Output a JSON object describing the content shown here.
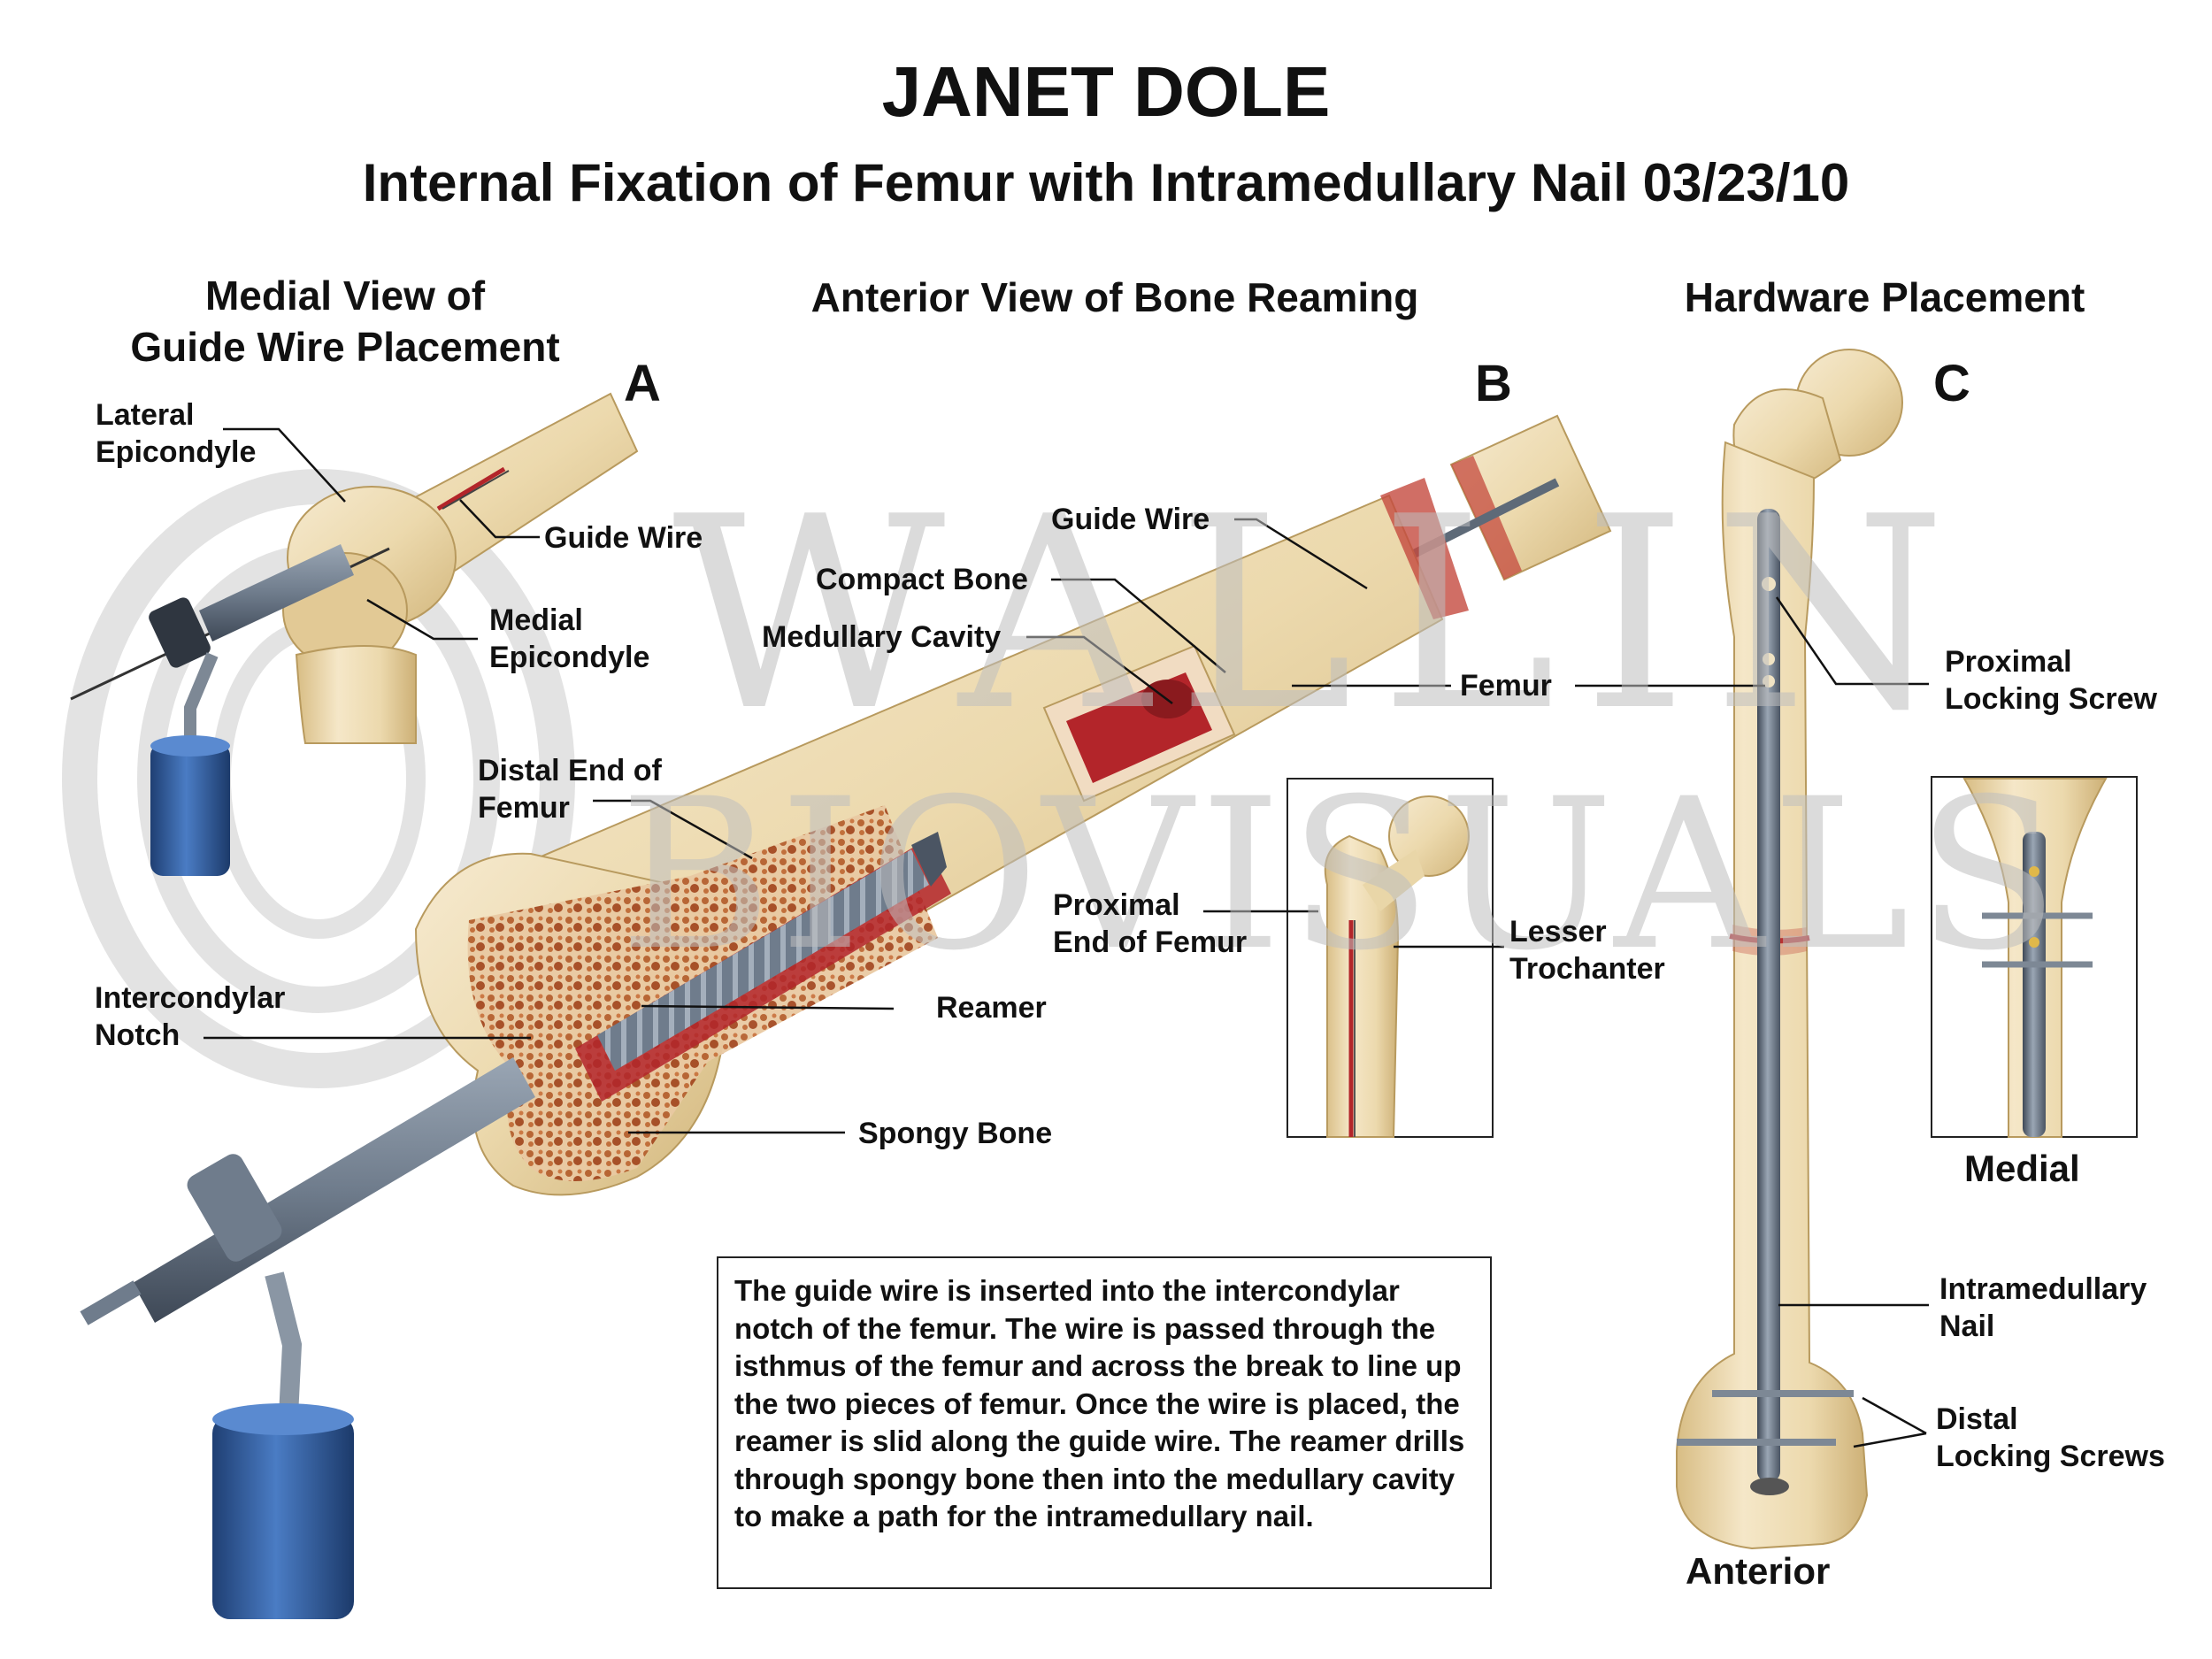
{
  "header": {
    "patient_name": "JANET DOLE",
    "procedure_title": "Internal Fixation of Femur with Intramedullary Nail 03/23/10"
  },
  "watermark": {
    "line1": "WALLIN",
    "line2": "BIOVISUALS"
  },
  "panel_a": {
    "title_line1": "Medial View of",
    "title_line2": "Guide Wire Placement",
    "letter": "A",
    "labels": {
      "lateral_epicondyle_1": "Lateral",
      "lateral_epicondyle_2": "Epicondyle",
      "guide_wire": "Guide Wire",
      "medial_epicondyle_1": "Medial",
      "medial_epicondyle_2": "Epicondyle",
      "distal_end_1": "Distal End of",
      "distal_end_2": "Femur",
      "intercondylar_1": "Intercondylar",
      "intercondylar_2": "Notch",
      "reamer": "Reamer",
      "spongy_bone": "Spongy Bone"
    }
  },
  "panel_b": {
    "title": "Anterior View of Bone Reaming",
    "letter": "B",
    "labels": {
      "guide_wire": "Guide Wire",
      "compact_bone": "Compact Bone",
      "medullary_cavity": "Medullary Cavity",
      "femur": "Femur",
      "proximal_end_1": "Proximal",
      "proximal_end_2": "End of Femur",
      "lesser_trochanter_1": "Lesser",
      "lesser_trochanter_2": "Trochanter"
    }
  },
  "panel_c": {
    "title": "Hardware Placement",
    "letter": "C",
    "labels": {
      "proximal_screw_1": "Proximal",
      "proximal_screw_2": "Locking Screw",
      "medial": "Medial",
      "im_nail_1": "Intramedullary",
      "im_nail_2": "Nail",
      "distal_screws_1": "Distal",
      "distal_screws_2": "Locking Screws",
      "anterior": "Anterior"
    }
  },
  "description": "The guide wire is inserted into the intercondylar notch of the femur. The wire is passed through the isthmus of the femur and across the break to line up the two pieces of femur. Once the wire is placed, the reamer is slid along the guide wire. The reamer drills through spongy bone then into the medullary cavity to make a path for the intramedullary nail.",
  "colors": {
    "bone": "#ecd9ad",
    "bone_shade": "#d9bf86",
    "blood": "#b3252a",
    "spongy": "#b5602f",
    "metal": "#6f7c8c",
    "drill_handle": "#2f5c9c",
    "leader": "#111111",
    "watermark": "#bfbfbf"
  }
}
